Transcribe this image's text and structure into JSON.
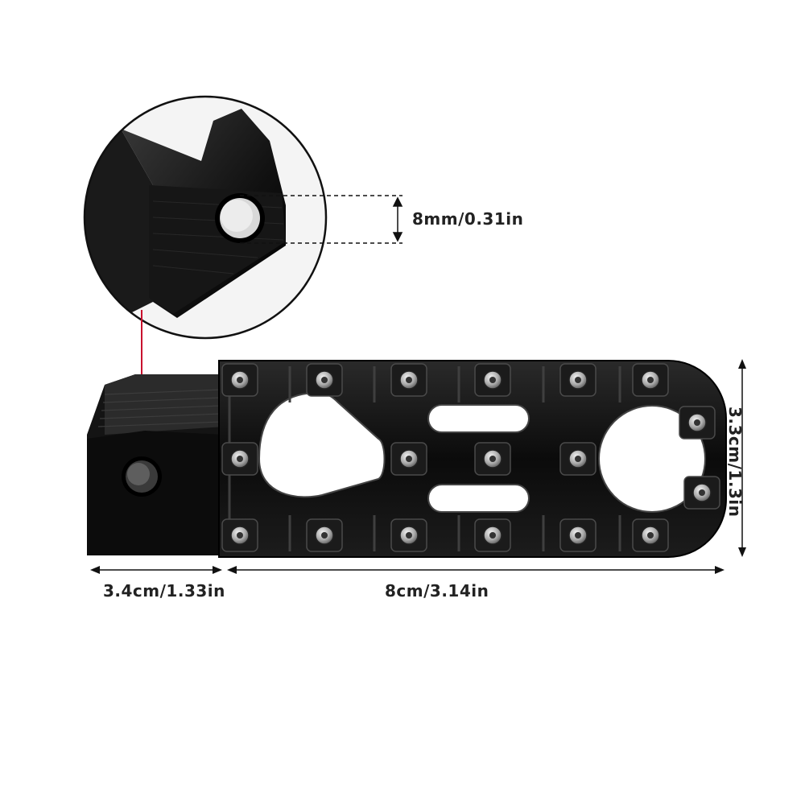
{
  "dimensions": {
    "hole_diameter": "8mm/0.31in",
    "mount_length": "3.4cm/1.33in",
    "pedal_length": "8cm/3.14in",
    "pedal_height": "3.3cm/1.3in"
  },
  "colors": {
    "background": "#ffffff",
    "metal": "#0d0d0d",
    "metal_highlight": "#5a5a5a",
    "stud": "#c9c9c9",
    "pointer": "#c8102e",
    "text": "#222222"
  }
}
